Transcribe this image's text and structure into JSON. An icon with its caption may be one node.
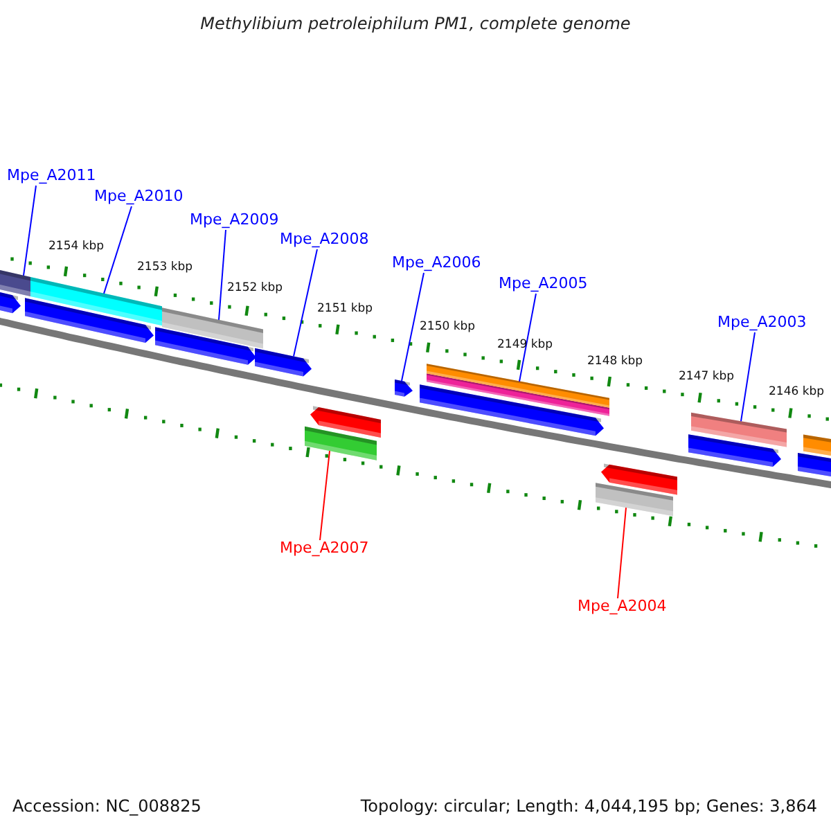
{
  "diagram": {
    "title": "Methylibium petroleiphilum PM1, complete genome",
    "nodes": [
      {
        "text": [
          "Mpe_A2011"
        ]
      },
      {
        "text": [
          "Mpe_A2010"
        ]
      },
      {
        "text": [
          "Mpe_A2009"
        ]
      },
      {
        "text": [
          "Mpe_A2008"
        ]
      },
      {
        "text": [
          "Mpe_A2006"
        ]
      },
      {
        "text": [
          "Mpe_A2005"
        ]
      },
      {
        "text": [
          "Mpe_A2003"
        ]
      },
      {
        "text": [
          "Mpe_A2007"
        ]
      },
      {
        "text": [
          "Mpe_A2004"
        ]
      },
      {
        "text": [],
        "shape": "bar"
      },
      {
        "text": [],
        "shape": "bar"
      },
      {
        "text": [],
        "shape": "bar"
      },
      {
        "text": [],
        "shape": "bar"
      },
      {
        "text": [],
        "shape": "bar"
      },
      {
        "text": [],
        "shape": "bar"
      },
      {
        "text": [],
        "shape": "bar"
      },
      {
        "text": [],
        "shape": "bar"
      },
      {
        "text": [],
        "shape": "bar"
      }
    ],
    "edges": [
      {
        "from": 0,
        "to": 9,
        "arrow": "none"
      },
      {
        "from": 1,
        "to": 10,
        "arrow": "none"
      },
      {
        "from": 2,
        "to": 11,
        "arrow": "none"
      },
      {
        "from": 3,
        "to": 12,
        "arrow": "none"
      },
      {
        "from": 4,
        "to": 14,
        "arrow": "none"
      },
      {
        "from": 5,
        "to": 15,
        "arrow": "none"
      },
      {
        "from": 6,
        "to": 17,
        "arrow": "none"
      },
      {
        "from": 7,
        "to": 13,
        "arrow": "none",
        "color": "#ff0000"
      },
      {
        "from": 8,
        "to": 16,
        "arrow": "none",
        "color": "#ff0000"
      }
    ],
    "labels": [
      "2154 kbp",
      "2153 kbp",
      "2152 kbp",
      "2151 kbp",
      "2150 kbp",
      "2149 kbp",
      "2148 kbp",
      "2147 kbp",
      "2146 kbp",
      "Accession: NC_008825",
      "Topology: circular; Length: 4,044,195 bp; Genes: 3,864"
    ]
  }
}
